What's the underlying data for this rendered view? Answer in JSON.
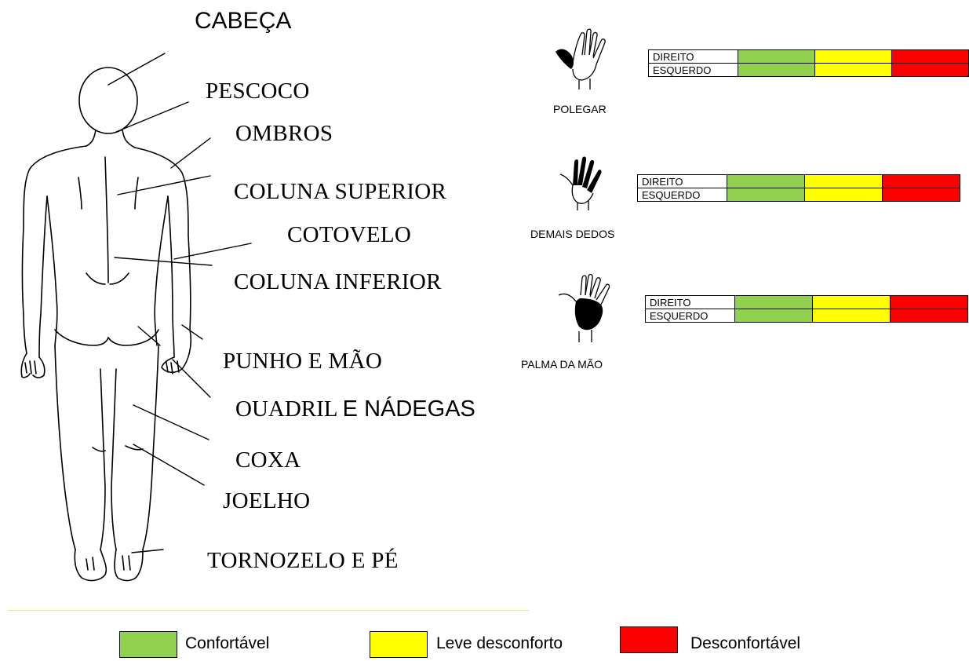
{
  "body_labels": [
    {
      "id": "cabeca",
      "text": "CABEÇA"
    },
    {
      "id": "pescoco",
      "text": "PESCOCO"
    },
    {
      "id": "ombros",
      "text": "OMBROS"
    },
    {
      "id": "coluna_superior",
      "text": "COLUNA SUPERIOR"
    },
    {
      "id": "cotovelo",
      "text": "COTOVELO"
    },
    {
      "id": "coluna_inferior",
      "text": "COLUNA INFERIOR"
    },
    {
      "id": "punho_mao",
      "text": "PUNHO E MÃO"
    },
    {
      "id": "quadril_1",
      "text": "OUADRIL "
    },
    {
      "id": "quadril_2",
      "text": "E NÁDEGAS"
    },
    {
      "id": "coxa",
      "text": "COXA"
    },
    {
      "id": "joelho",
      "text": "JOELHO"
    },
    {
      "id": "tornozelo",
      "text": "TORNOZELO E PÉ"
    }
  ],
  "hands": [
    {
      "caption": "POLEGAR",
      "rows": [
        "DIREITO",
        "ESQUERDO"
      ]
    },
    {
      "caption": "DEMAIS DEDOS",
      "rows": [
        "DIREITO",
        "ESQUERDO"
      ]
    },
    {
      "caption": "PALMA DA MÃO",
      "rows": [
        "DIREITO",
        "ESQUERDO"
      ]
    }
  ],
  "legend": [
    {
      "label": "Confortável",
      "color": "#92d050"
    },
    {
      "label": "Leve desconforto",
      "color": "#ffff00"
    },
    {
      "label": "Desconfortável",
      "color": "#ff0000"
    }
  ],
  "colors": {
    "green": "#92d050",
    "yellow": "#ffff00",
    "red": "#ff0000"
  }
}
